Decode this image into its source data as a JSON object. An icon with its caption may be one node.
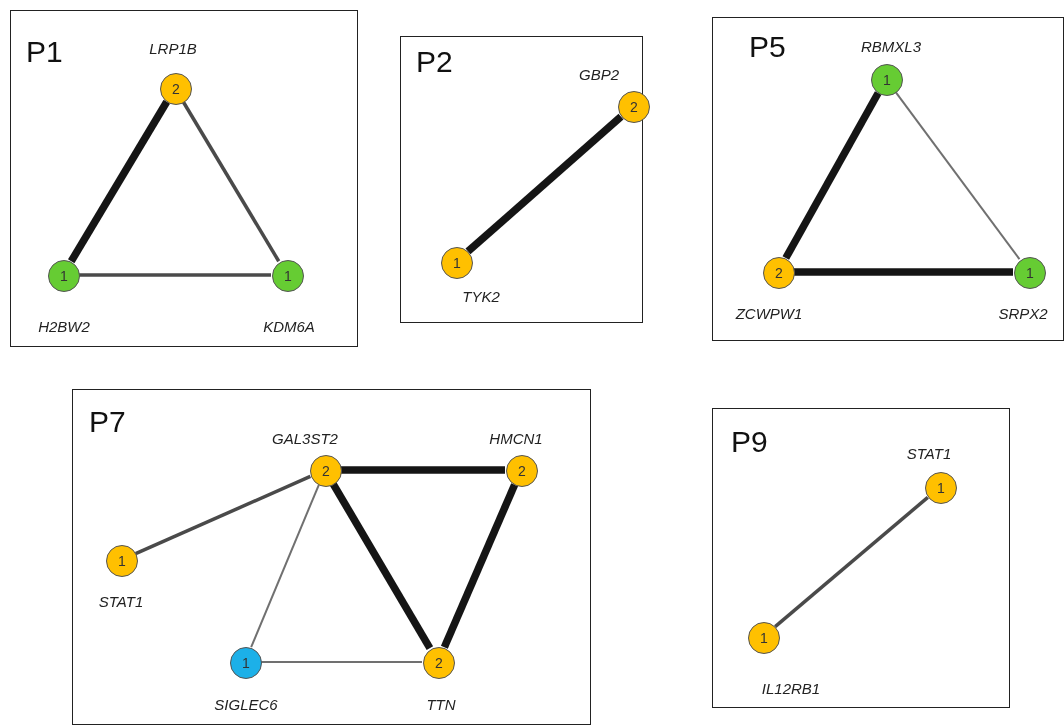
{
  "diagram": {
    "nodes": [
      {
        "text": [
          "P1"
        ]
      },
      {
        "text": [
          "2"
        ],
        "beside": [
          "LRP1B"
        ],
        "in": 0
      },
      {
        "text": [
          "1"
        ],
        "beside": [
          "H2BW2"
        ],
        "in": 0
      },
      {
        "text": [
          "1"
        ],
        "beside": [
          "KDM6A"
        ],
        "in": 0
      },
      {
        "text": [
          "P2"
        ]
      },
      {
        "text": [
          "2"
        ],
        "beside": [
          "GBP2"
        ],
        "in": 4
      },
      {
        "text": [
          "1"
        ],
        "beside": [
          "TYK2"
        ],
        "in": 4
      },
      {
        "text": [
          "P5"
        ]
      },
      {
        "text": [
          "1"
        ],
        "beside": [
          "RBMXL3"
        ],
        "in": 7
      },
      {
        "text": [
          "2"
        ],
        "beside": [
          "ZCWPW1"
        ],
        "in": 7
      },
      {
        "text": [
          "1"
        ],
        "beside": [
          "SRPX2"
        ],
        "in": 7
      },
      {
        "text": [
          "P7"
        ]
      },
      {
        "text": [
          "2"
        ],
        "beside": [
          "GAL3ST2"
        ],
        "in": 11
      },
      {
        "text": [
          "2"
        ],
        "beside": [
          "HMCN1"
        ],
        "in": 11
      },
      {
        "text": [
          "1"
        ],
        "beside": [
          "STAT1"
        ],
        "in": 11
      },
      {
        "text": [
          "1"
        ],
        "beside": [
          "SIGLEC6"
        ],
        "in": 11
      },
      {
        "text": [
          "2"
        ],
        "beside": [
          "TTN"
        ],
        "in": 11
      },
      {
        "text": [
          "P9"
        ]
      },
      {
        "text": [
          "1"
        ],
        "beside": [
          "STAT1"
        ],
        "in": 17
      },
      {
        "text": [
          "1"
        ],
        "beside": [
          "IL12RB1"
        ],
        "in": 17
      }
    ],
    "edges": [
      {
        "from": 1,
        "to": 2,
        "arrow": "none",
        "style": "thick"
      },
      {
        "from": 1,
        "to": 3,
        "arrow": "none"
      },
      {
        "from": 2,
        "to": 3,
        "arrow": "none"
      },
      {
        "from": 5,
        "to": 6,
        "arrow": "none",
        "style": "thick"
      },
      {
        "from": 8,
        "to": 9,
        "arrow": "none",
        "style": "thick"
      },
      {
        "from": 8,
        "to": 10,
        "arrow": "none",
        "color": "#707070"
      },
      {
        "from": 9,
        "to": 10,
        "arrow": "none",
        "style": "thick"
      },
      {
        "from": 14,
        "to": 12,
        "arrow": "none"
      },
      {
        "from": 12,
        "to": 13,
        "arrow": "none",
        "style": "thick"
      },
      {
        "from": 12,
        "to": 16,
        "arrow": "none",
        "style": "thick"
      },
      {
        "from": 13,
        "to": 16,
        "arrow": "none",
        "style": "thick"
      },
      {
        "from": 12,
        "to": 15,
        "arrow": "none",
        "color": "#707070"
      },
      {
        "from": 15,
        "to": 16,
        "arrow": "none",
        "color": "#707070"
      },
      {
        "from": 19,
        "to": 18,
        "arrow": "none"
      }
    ]
  }
}
